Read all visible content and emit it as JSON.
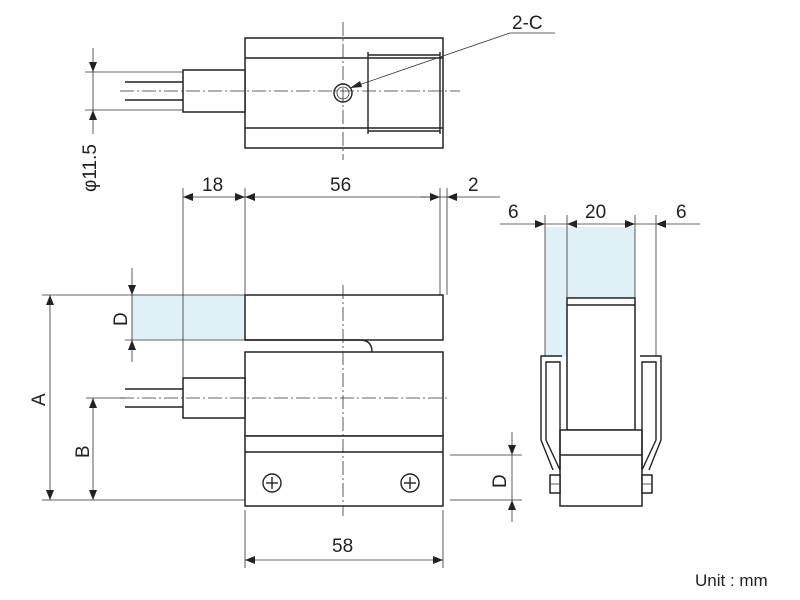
{
  "labels": {
    "callout": "2-C",
    "diameter": "φ11.5",
    "dim_18": "18",
    "dim_56": "56",
    "dim_2": "2",
    "dim_6_left": "6",
    "dim_20": "20",
    "dim_6_right": "6",
    "dim_D_upper": "D",
    "dim_A": "A",
    "dim_B": "B",
    "dim_D_lower": "D",
    "dim_58": "58",
    "unit": "Unit : mm"
  },
  "colors": {
    "line": "#222222",
    "shade": "#dceff5"
  }
}
